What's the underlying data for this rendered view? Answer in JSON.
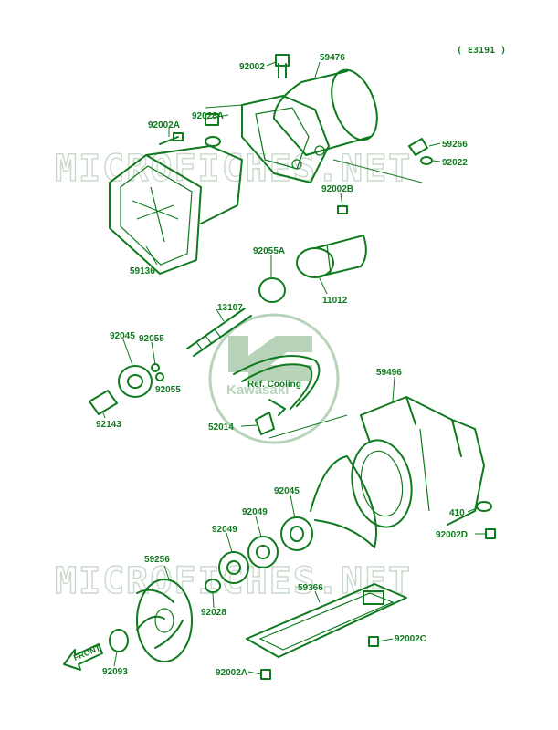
{
  "diagram_code": "( E3191 )",
  "ref_note": "Ref. Cooling",
  "logo_text": "Kawasaki",
  "watermark": "MICROFICHES.NET",
  "front_label": "FRONT",
  "colors": {
    "line": "#0f7a1e",
    "watermark": "#c9d9cb",
    "background": "#ffffff"
  },
  "parts": [
    {
      "id": "p01",
      "label": "92002"
    },
    {
      "id": "p02",
      "label": "59476"
    },
    {
      "id": "p03",
      "label": "92028A"
    },
    {
      "id": "p04",
      "label": "92002A"
    },
    {
      "id": "p05",
      "label": "59266"
    },
    {
      "id": "p06",
      "label": "92022"
    },
    {
      "id": "p07",
      "label": "92002B"
    },
    {
      "id": "p08",
      "label": "59136"
    },
    {
      "id": "p09",
      "label": "92055A"
    },
    {
      "id": "p10",
      "label": "11012"
    },
    {
      "id": "p11",
      "label": "13107"
    },
    {
      "id": "p12",
      "label": "92045"
    },
    {
      "id": "p13",
      "label": "92055"
    },
    {
      "id": "p14",
      "label": "92055"
    },
    {
      "id": "p15",
      "label": "92143"
    },
    {
      "id": "p16",
      "label": "59496"
    },
    {
      "id": "p17",
      "label": "52014"
    },
    {
      "id": "p18",
      "label": "92045"
    },
    {
      "id": "p19",
      "label": "92049"
    },
    {
      "id": "p20",
      "label": "92049"
    },
    {
      "id": "p21",
      "label": "410"
    },
    {
      "id": "p22",
      "label": "92002D"
    },
    {
      "id": "p23",
      "label": "59256"
    },
    {
      "id": "p24",
      "label": "92028"
    },
    {
      "id": "p25",
      "label": "59366"
    },
    {
      "id": "p26",
      "label": "92002C"
    },
    {
      "id": "p27",
      "label": "92093"
    },
    {
      "id": "p28",
      "label": "92002A"
    }
  ]
}
